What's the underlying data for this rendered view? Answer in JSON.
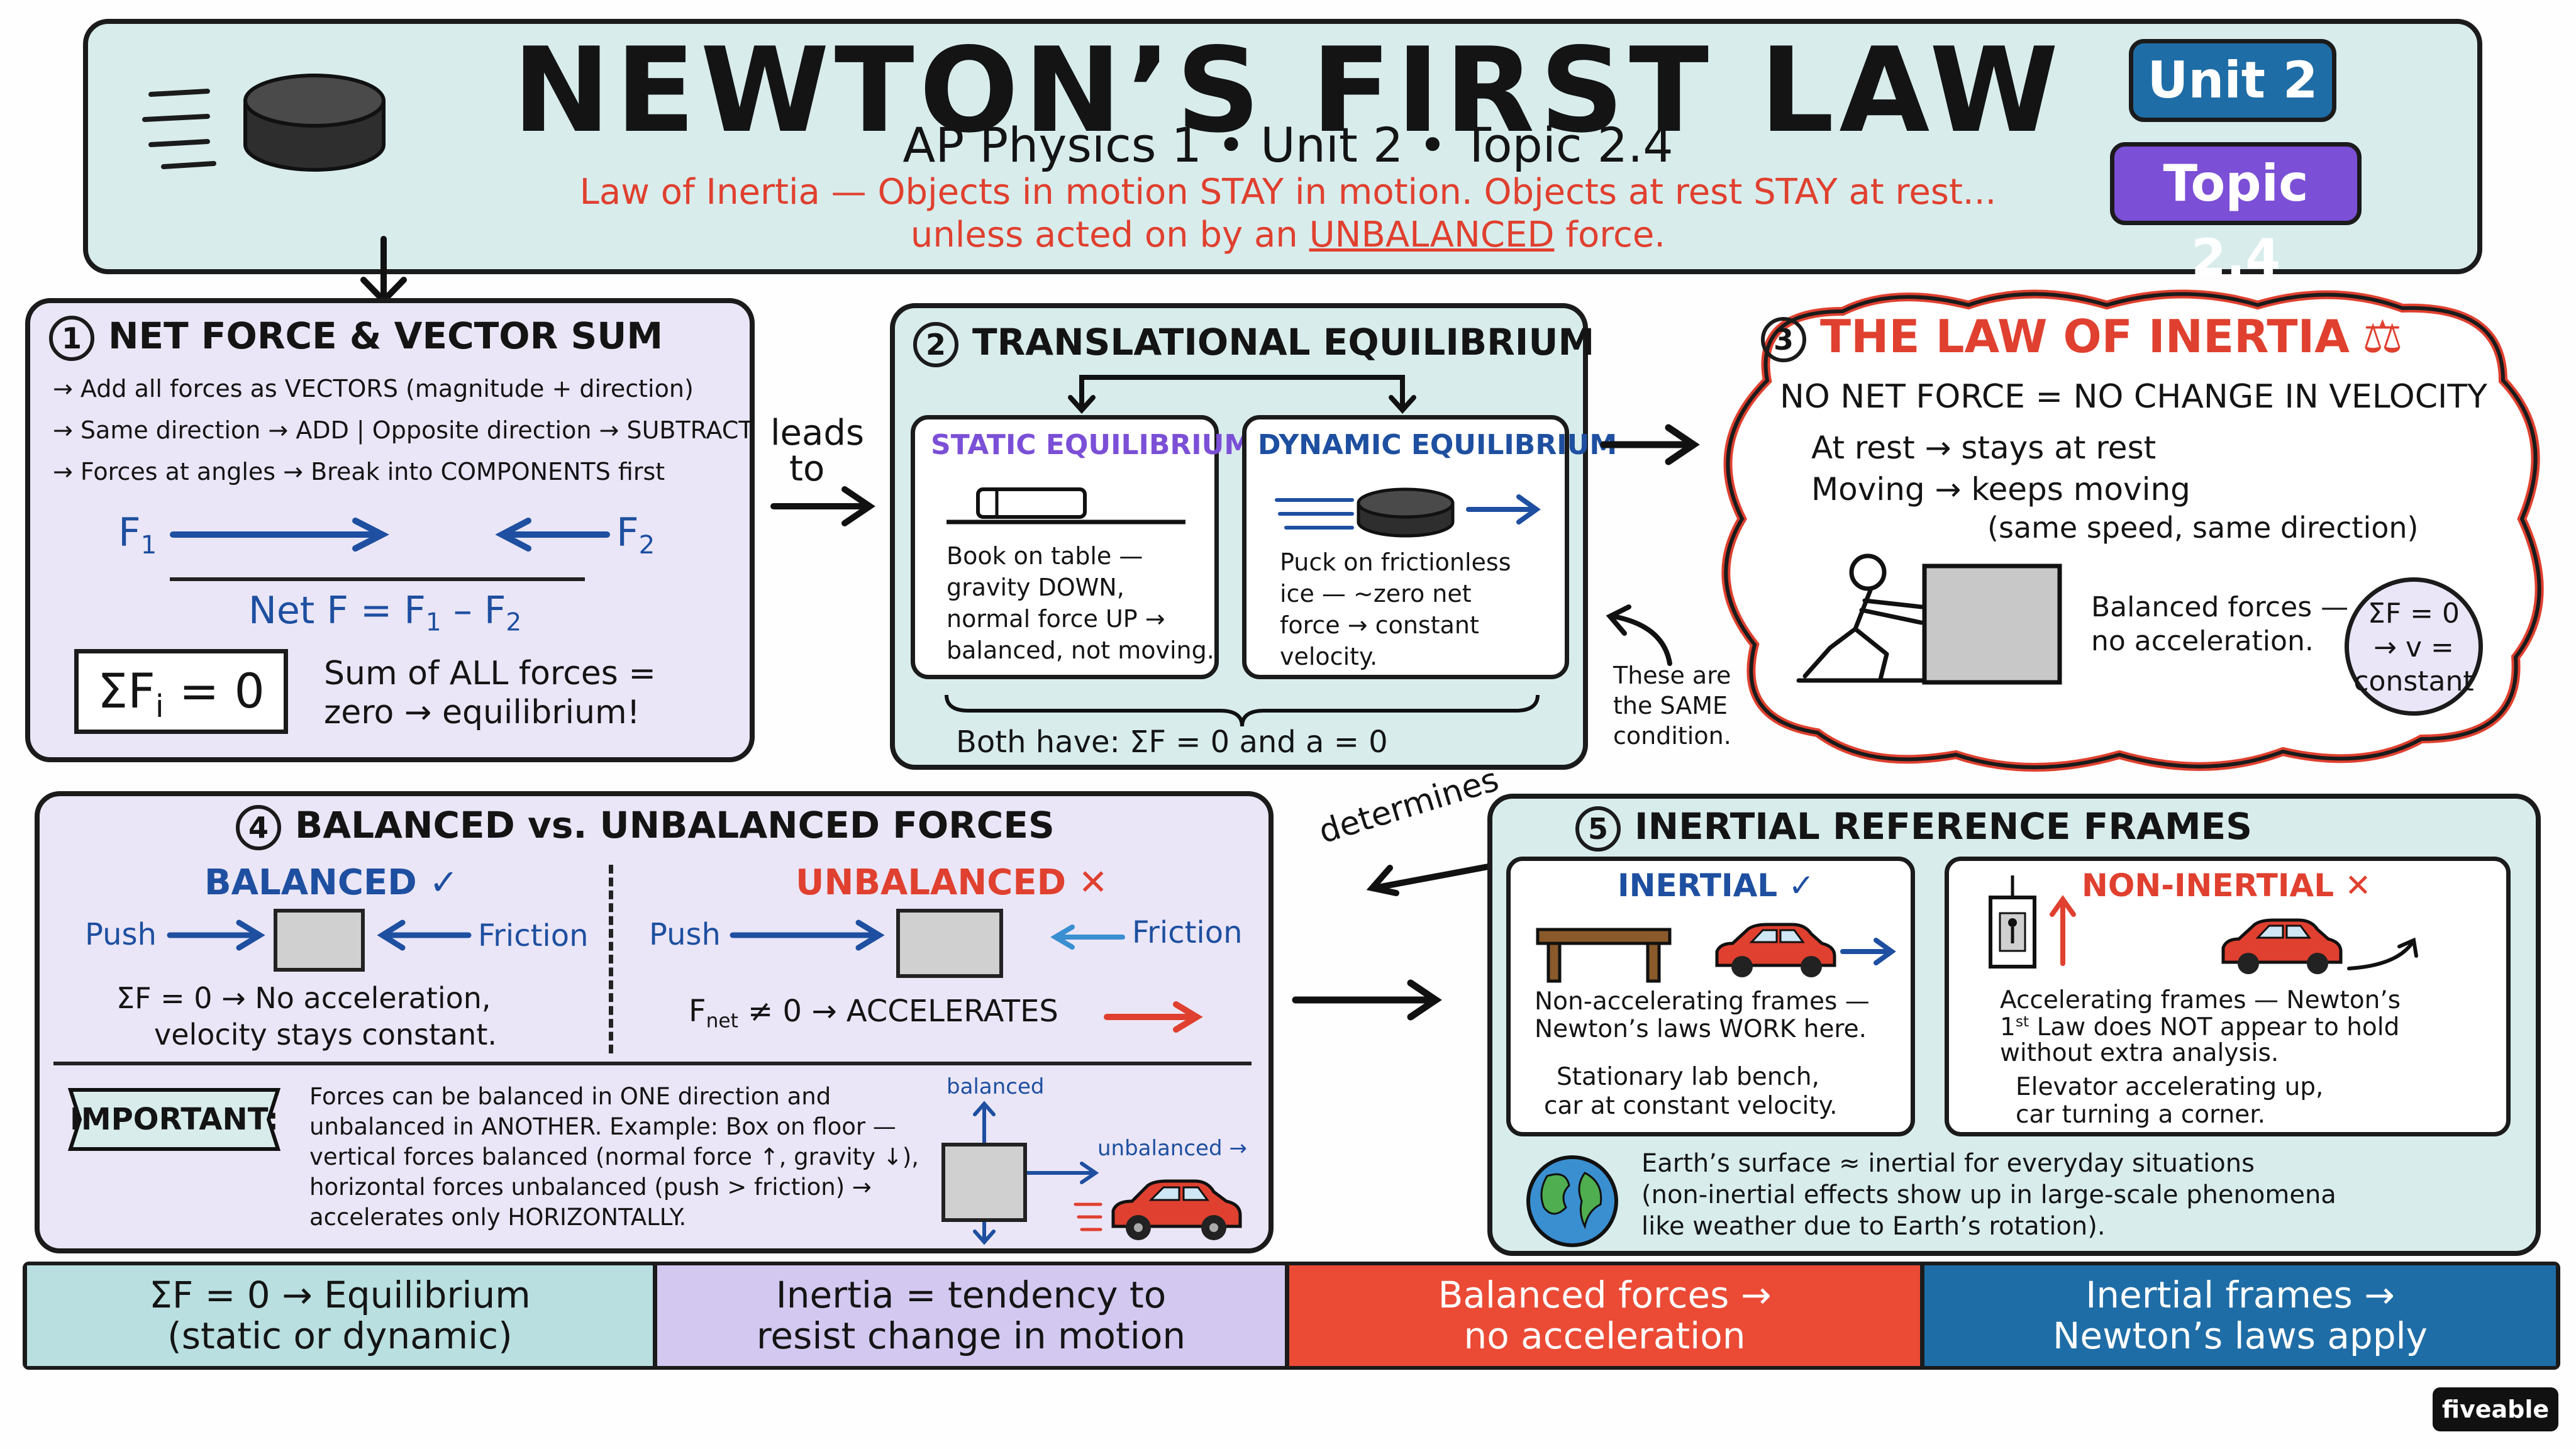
{
  "header": {
    "title": "NEWTON’S FIRST LAW",
    "subtitle": "AP Physics 1 • Unit 2 • Topic 2.4",
    "tagline1": "Law of Inertia — Objects in motion STAY in motion. Objects at rest STAY at rest...",
    "tagline2_a": "unless acted on by an ",
    "tagline2_b": "UNBALANCED",
    "tagline2_c": " force.",
    "unit_badge": "Unit 2",
    "topic_badge": "Topic 2.4"
  },
  "s1": {
    "num": "1",
    "title": "NET FORCE & VECTOR SUM",
    "bullets": [
      "→ Add all forces as VECTORS (magnitude + direction)",
      "→ Same direction → ADD | Opposite direction → SUBTRACT",
      "→ Forces at angles → Break into COMPONENTS first"
    ],
    "f1": "F",
    "f1_sub": "1",
    "f2": "F",
    "f2_sub": "2",
    "net_a": "Net F = F",
    "net_s1": "1",
    "net_b": " – F",
    "net_s2": "2",
    "sum_box_a": "ΣF",
    "sum_box_sub": "i",
    "sum_box_b": " = 0",
    "sum_text1": "Sum of ALL forces =",
    "sum_text2": "zero → equilibrium!"
  },
  "leads_to1": "leads",
  "leads_to2": "to",
  "s2": {
    "num": "2",
    "title": "TRANSLATIONAL EQUILIBRIUM",
    "static_title": "STATIC EQUILIBRIUM",
    "static_text": [
      "Book on table —",
      "gravity DOWN,",
      "normal force UP →",
      "balanced, not moving."
    ],
    "dynamic_title": "DYNAMIC EQUILIBRIUM",
    "dynamic_text": [
      "Puck on frictionless",
      "ice — ~zero net",
      "force → constant",
      "velocity."
    ],
    "both": "Both have:  ΣF = 0  and  a = 0"
  },
  "same_note": [
    "These are",
    "the SAME",
    "condition."
  ],
  "s3": {
    "num": "3",
    "title": "THE LAW OF INERTIA",
    "scale_icon": "⚖",
    "headline": "NO NET FORCE = NO CHANGE IN VELOCITY",
    "line1": "At rest → stays at rest",
    "line2": "Moving → keeps moving",
    "line3": "(same speed, same direction)",
    "balanced1": "Balanced forces —",
    "balanced2": "no acceleration.",
    "circle": [
      "ΣF = 0",
      "→ v =",
      "constant"
    ]
  },
  "determines": "determines",
  "s4": {
    "num": "4",
    "title": "BALANCED vs. UNBALANCED FORCES",
    "balanced_title": "BALANCED ✓",
    "push": "Push",
    "friction": "Friction",
    "balanced_eq1": "ΣF = 0 → No acceleration,",
    "balanced_eq2": "velocity stays constant.",
    "unbalanced_title": "UNBALANCED ✕",
    "fnet_a": "F",
    "fnet_sub": "net",
    "fnet_b": " ≠ 0 → ACCELERATES",
    "important": "IMPORTANT:",
    "important_text": [
      "Forces can be balanced in ONE direction and",
      "unbalanced in ANOTHER. Example: Box on floor —",
      "vertical forces balanced (normal force ↑, gravity ↓),",
      "horizontal forces unbalanced (push > friction) →",
      "accelerates only HORIZONTALLY."
    ],
    "diag_balanced": "balanced",
    "diag_unbalanced": "unbalanced →"
  },
  "s5": {
    "num": "5",
    "title": "INERTIAL REFERENCE FRAMES",
    "inertial_title": "INERTIAL ✓",
    "inertial_text": [
      "Non-accelerating frames —",
      "Newton’s laws WORK here."
    ],
    "inertial_ex": [
      "Stationary lab bench,",
      "car at constant velocity."
    ],
    "noninertial_title": "NON-INERTIAL ✕",
    "noninertial_l1": "Accelerating frames — Newton’s",
    "noninertial_l2_a": "1",
    "noninertial_l2_sup": "st",
    "noninertial_l2_b": " Law does NOT appear to hold",
    "noninertial_l3": "without extra analysis.",
    "noninertial_ex": [
      "Elevator accelerating up,",
      "car turning a corner."
    ],
    "earth_text": [
      "Earth’s surface ≈ inertial for everyday situations",
      "(non-inertial effects show up in large-scale phenomena",
      "like weather due to Earth’s rotation)."
    ]
  },
  "footer": [
    {
      "l1": "ΣF = 0 → Equilibrium",
      "l2": "(static or dynamic)",
      "bg": "#b9dfe0",
      "fg": "#141414"
    },
    {
      "l1": "Inertia = tendency to",
      "l2": "resist change in motion",
      "bg": "#d3c8f0",
      "fg": "#141414"
    },
    {
      "l1": "Balanced forces →",
      "l2": "no acceleration",
      "bg": "#eb4a35",
      "fg": "#ffffff"
    },
    {
      "l1": "Inertial frames →",
      "l2": "Newton’s laws apply",
      "bg": "#1f6da6",
      "fg": "#ffffff"
    }
  ],
  "brand": "fiveable",
  "colors": {
    "teal_panel": "#d8ecec",
    "lavender_panel": "#eae6f7",
    "red_title": "#e0402f",
    "blue": "#1e4fa0",
    "unit_badge": "#1f6da6",
    "topic_badge": "#7b4fd6"
  },
  "icons": [
    "hockey-puck-icon",
    "book-icon",
    "car-icon",
    "table-icon",
    "elevator-icon",
    "globe-icon",
    "scale-icon",
    "person-pushing-icon"
  ]
}
